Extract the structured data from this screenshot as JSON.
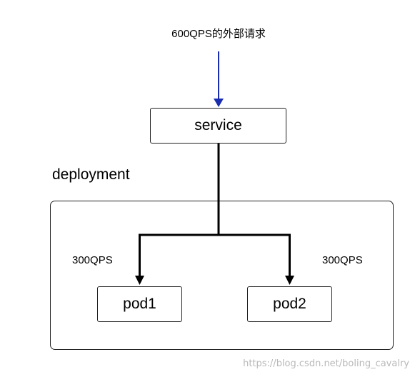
{
  "request": {
    "label": "600QPS的外部请求"
  },
  "service": {
    "label": "service"
  },
  "deployment": {
    "label": "deployment"
  },
  "pods": [
    {
      "label": "pod1",
      "traffic": "300QPS"
    },
    {
      "label": "pod2",
      "traffic": "300QPS"
    }
  ],
  "watermark": "https://blog.csdn.net/boling_cavalry",
  "colors": {
    "request_arrow": "#1a2db0",
    "connector": "#000000",
    "border": "#222222",
    "watermark": "#b9b9b9"
  }
}
